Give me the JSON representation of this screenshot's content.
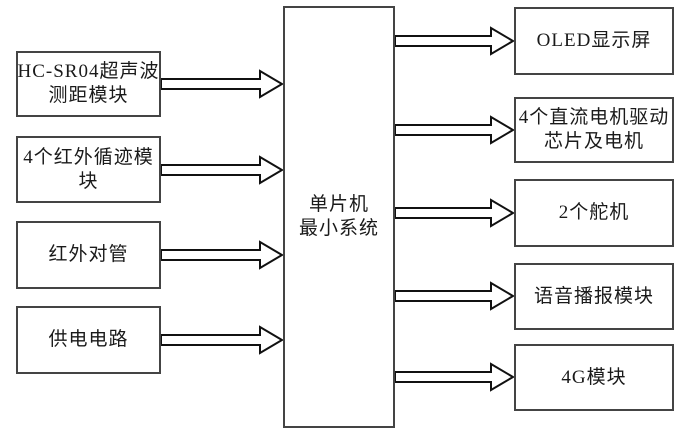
{
  "left_modules": [
    {
      "name": "HC-SR04超声波测距模块",
      "lines": [
        "HC-SR04超声波",
        "测距模块"
      ]
    },
    {
      "name": "4个红外循迹模块",
      "lines": [
        "4个红外循迹模",
        "块"
      ]
    },
    {
      "name": "红外对管",
      "lines": [
        "红外对管"
      ]
    },
    {
      "name": "供电电路",
      "lines": [
        "供电电路"
      ]
    }
  ],
  "center_module": {
    "name": "单片机最小系统",
    "lines": [
      "单片机",
      "最小系统"
    ]
  },
  "right_modules": [
    {
      "name": "OLED显示屏",
      "lines": [
        "OLED显示屏"
      ]
    },
    {
      "name": "4个直流电机驱动芯片及电机",
      "lines": [
        "4个直流电机驱动",
        "芯片及电机"
      ]
    },
    {
      "name": "2个舵机",
      "lines": [
        "2个舵机"
      ]
    },
    {
      "name": "语音播报模块",
      "lines": [
        "语音播报模块"
      ]
    },
    {
      "name": "4G模块",
      "lines": [
        "4G模块"
      ]
    }
  ],
  "connections": [
    {
      "from": "HC-SR04超声波测距模块",
      "to": "单片机最小系统"
    },
    {
      "from": "4个红外循迹模块",
      "to": "单片机最小系统"
    },
    {
      "from": "红外对管",
      "to": "单片机最小系统"
    },
    {
      "from": "供电电路",
      "to": "单片机最小系统"
    },
    {
      "from": "单片机最小系统",
      "to": "OLED显示屏"
    },
    {
      "from": "单片机最小系统",
      "to": "4个直流电机驱动芯片及电机"
    },
    {
      "from": "单片机最小系统",
      "to": "2个舵机"
    },
    {
      "from": "单片机最小系统",
      "to": "语音播报模块"
    },
    {
      "from": "单片机最小系统",
      "to": "4G模块"
    }
  ],
  "colors": {
    "background": "#ffffff",
    "box_border": "#444444",
    "arrow_outline": "#111111",
    "arrow_fill": "#ffffff",
    "text": "#1a1a1a"
  }
}
